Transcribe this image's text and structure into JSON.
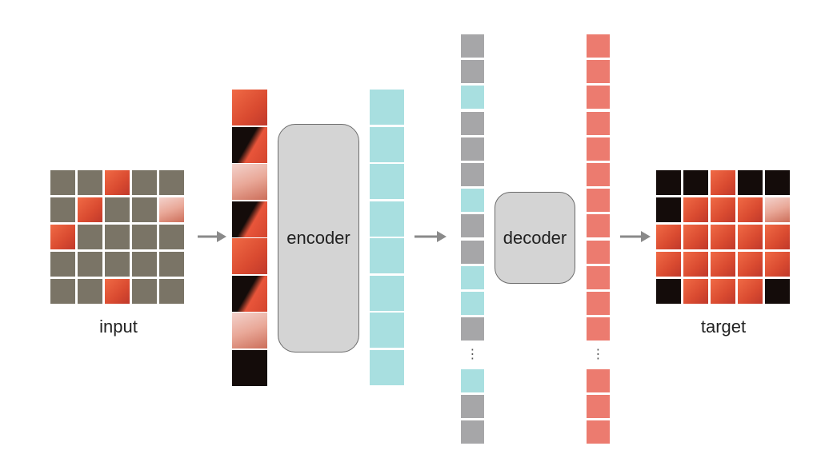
{
  "input_label": "input",
  "target_label": "target",
  "encoder_label": "encoder",
  "decoder_label": "decoder",
  "colors": {
    "masked": "#7a7466",
    "background": "#140c0a",
    "flamingo": "#e8553a",
    "encoded": "#a8dfe0",
    "mask_token": "#a6a6a8",
    "predicted": "#ec7b6f",
    "arrow": "#8a8a8a",
    "box_fill": "#d4d4d4",
    "box_border": "#6b6b6b"
  },
  "input_grid": [
    [
      "masked",
      "masked",
      "visible",
      "masked",
      "masked"
    ],
    [
      "masked",
      "visible",
      "masked",
      "masked",
      "visible"
    ],
    [
      "visible",
      "masked",
      "masked",
      "masked",
      "masked"
    ],
    [
      "masked",
      "masked",
      "masked",
      "masked",
      "masked"
    ],
    [
      "masked",
      "masked",
      "visible",
      "masked",
      "masked"
    ]
  ],
  "target_grid_tones": [
    [
      "dark",
      "dark",
      "flamingo",
      "dark",
      "dark"
    ],
    [
      "dark",
      "flamingo",
      "flamingo",
      "flamingo",
      "pink"
    ],
    [
      "flamingo",
      "flamingo",
      "flamingo",
      "flamingo",
      "flamingo"
    ],
    [
      "flamingo",
      "flamingo",
      "flamingo",
      "flamingo",
      "flamingo"
    ],
    [
      "dark",
      "flamingo",
      "flamingo",
      "flamingo",
      "dark"
    ]
  ],
  "visible_patches": [
    "flamingo",
    "dark-flamingo",
    "pink",
    "dark-flamingo",
    "flamingo",
    "dark-flamingo",
    "pink",
    "dark"
  ],
  "decoder_input_sequence": [
    "mask",
    "mask",
    "enc",
    "mask",
    "mask",
    "mask",
    "enc",
    "mask",
    "mask",
    "enc",
    "enc",
    "mask",
    "ellipsis",
    "enc",
    "mask",
    "mask"
  ],
  "encoder_output_count": 8,
  "decoder_output_count": 16,
  "ellipsis_glyph": "⋮"
}
